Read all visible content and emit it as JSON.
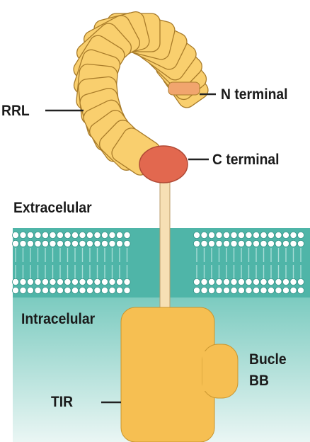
{
  "labels": {
    "rrl": "RRL",
    "n_terminal": "N terminal",
    "c_terminal": "C terminal",
    "extracelular": "Extracelular",
    "intracelular": "Intracelular",
    "bucle": "Bucle",
    "bb": "BB",
    "tir": "TIR"
  },
  "colors": {
    "lrr_fill": "#f9cf6e",
    "lrr_stroke": "#a97c2a",
    "c_terminal_fill": "#e2684f",
    "n_terminal_fill": "#f1a56e",
    "membrane_fill": "#4fb5a8",
    "lipid_head": "#ffffff",
    "intracellular_gradient_top": "#7ccbc0",
    "intracellular_gradient_bottom": "#eaf6f4",
    "stalk_fill": "#f6dfb4",
    "tir_fill": "#f6bf52"
  }
}
